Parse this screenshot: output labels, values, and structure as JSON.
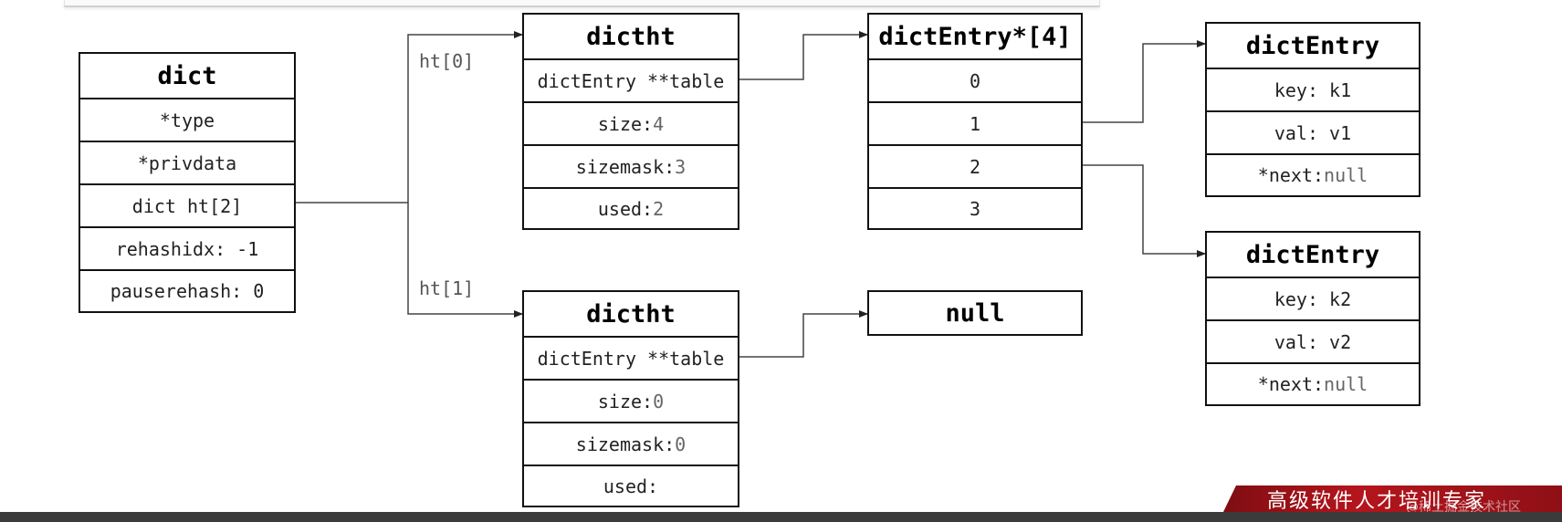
{
  "dict": {
    "title": "dict",
    "fields": [
      "*type",
      "*privdata",
      "dict ht[2]",
      "rehashidx: -1",
      "pauserehash: 0"
    ]
  },
  "edge_labels": {
    "ht0": "ht[0]",
    "ht1": "ht[1]"
  },
  "dictht0": {
    "title": "dictht",
    "table": "dictEntry **table",
    "size_key": "size:",
    "size_val": "4",
    "sizemask_key": "sizemask:",
    "sizemask_val": "3",
    "used_key": "used:",
    "used_val": "2"
  },
  "dictht1": {
    "title": "dictht",
    "table": "dictEntry **table",
    "size_key": "size:",
    "size_val": "0",
    "sizemask_key": "sizemask:",
    "sizemask_val": "0",
    "used_key": "used:",
    "used_val": ""
  },
  "array": {
    "title": "dictEntry*[4]",
    "slots": [
      "0",
      "1",
      "2",
      "3"
    ]
  },
  "null_box": {
    "title": "null"
  },
  "entry1": {
    "title": "dictEntry",
    "key": "key: k1",
    "val": "val: v1",
    "next_key": "*next:",
    "next_val": "null"
  },
  "entry2": {
    "title": "dictEntry",
    "key": "key: k2",
    "val": "val: v2",
    "next_key": "*next:",
    "next_val": "null"
  },
  "footer": {
    "banner": "高级软件人才培训专家",
    "watermark": "@稀土掘金技术社区"
  }
}
